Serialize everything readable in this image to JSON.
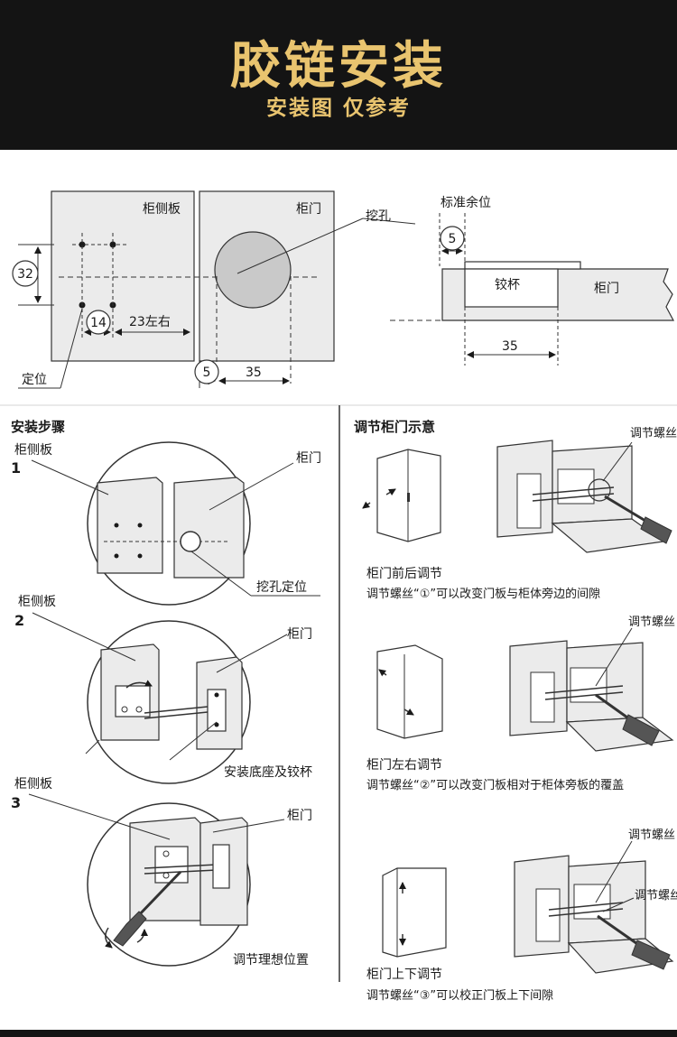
{
  "header": {
    "title": "胶链安装",
    "subtitle": "安装图 仅参考"
  },
  "measure": {
    "side_panel": "柜侧板",
    "door": "柜门",
    "hole": "挖孔",
    "dim_32": "32",
    "dim_14": "14",
    "dim_23": "23左右",
    "dim_5": "5",
    "dim_35": "35",
    "locate": "定位",
    "standard_margin": "标准余位",
    "cup": "铰杯",
    "door_right": "柜门",
    "dim_5_right": "5",
    "dim_35_right": "35"
  },
  "install": {
    "heading": "安装步骤",
    "step1": {
      "num": "1",
      "side_panel": "柜侧板",
      "door": "柜门",
      "caption": "挖孔定位"
    },
    "step2": {
      "num": "2",
      "side_panel": "柜侧板",
      "door": "柜门",
      "caption": "安装底座及铰杯"
    },
    "step3": {
      "num": "3",
      "side_panel": "柜侧板",
      "door": "柜门",
      "caption": "调节理想位置"
    }
  },
  "adjust": {
    "heading": "调节柜门示意",
    "screw_label": "调节螺丝",
    "row1": {
      "title": "柜门前后调节",
      "desc": "调节螺丝“①”可以改变门板与柜体旁边的间隙"
    },
    "row2": {
      "title": "柜门左右调节",
      "desc": "调节螺丝“②”可以改变门板相对于柜体旁板的覆盖"
    },
    "row3": {
      "title": "柜门上下调节",
      "desc": "调节螺丝“③”可以校正门板上下间隙"
    }
  },
  "colors": {
    "banner_bg": "#141414",
    "banner_text": "#e9c46f",
    "panel_fill": "#ebebeb",
    "hole_fill": "#c9c9c9"
  }
}
